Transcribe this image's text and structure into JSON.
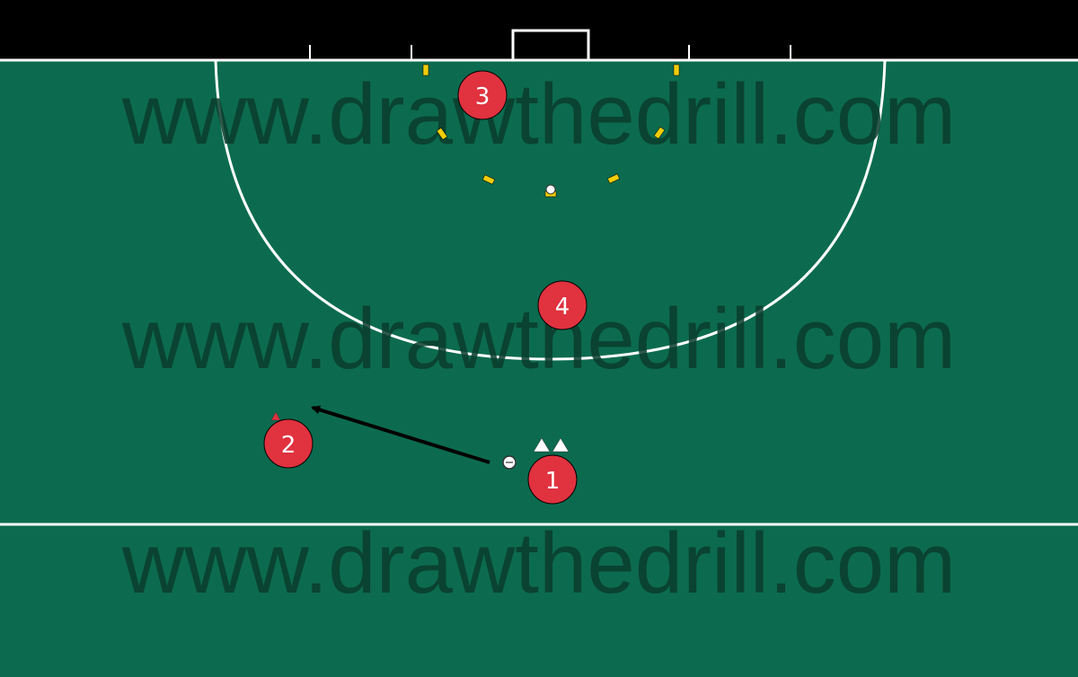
{
  "watermark": "www.drawthedrill.com",
  "players": [
    {
      "label": "1"
    },
    {
      "label": "2"
    },
    {
      "label": "3"
    },
    {
      "label": "4"
    }
  ],
  "colors": {
    "field": "#0c6b4e",
    "outer": "#000000",
    "lines": "#ffffff",
    "player": "#e0323f",
    "cone": "#f2cd0a",
    "watermark": "#0a3d2c"
  }
}
